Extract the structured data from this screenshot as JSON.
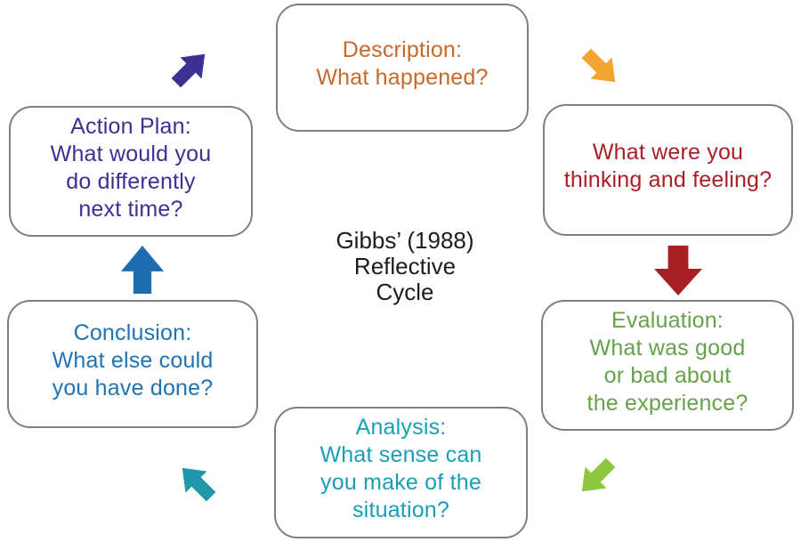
{
  "diagram": {
    "title": {
      "text": "Gibbs’ (1988)\nReflective\nCycle",
      "color": "#1c1c1c"
    },
    "box_border_color": "#7f7f7f",
    "stages": [
      {
        "name": "description",
        "text": "Description:\nWhat happened?",
        "color": "#c7692a"
      },
      {
        "name": "thinking-feeling",
        "text": "What were you\nthinking and feeling?",
        "color": "#a91f25"
      },
      {
        "name": "evaluation",
        "text": "Evaluation:\nWhat was good\nor bad about\nthe experience?",
        "color": "#67a14b"
      },
      {
        "name": "analysis",
        "text": "Analysis:\nWhat sense can\nyou make of the\nsituation?",
        "color": "#189fb5"
      },
      {
        "name": "conclusion",
        "text": "Conclusion:\nWhat else could\nyou have done?",
        "color": "#2173b1"
      },
      {
        "name": "action-plan",
        "text": "Action Plan:\nWhat would you\ndo differently\nnext time?",
        "color": "#3a3192"
      }
    ],
    "arrows": [
      {
        "name": "description-to-thinking",
        "direction": "southeast",
        "color": "#f2a432"
      },
      {
        "name": "thinking-to-evaluation",
        "direction": "south",
        "color": "#a71f23"
      },
      {
        "name": "evaluation-to-analysis",
        "direction": "southwest",
        "color": "#8dc63f"
      },
      {
        "name": "analysis-to-conclusion",
        "direction": "northwest",
        "color": "#2198a9"
      },
      {
        "name": "conclusion-to-action-plan",
        "direction": "north",
        "color": "#1f6bb0"
      },
      {
        "name": "action-plan-to-description",
        "direction": "northeast",
        "color": "#3a3191"
      }
    ]
  }
}
